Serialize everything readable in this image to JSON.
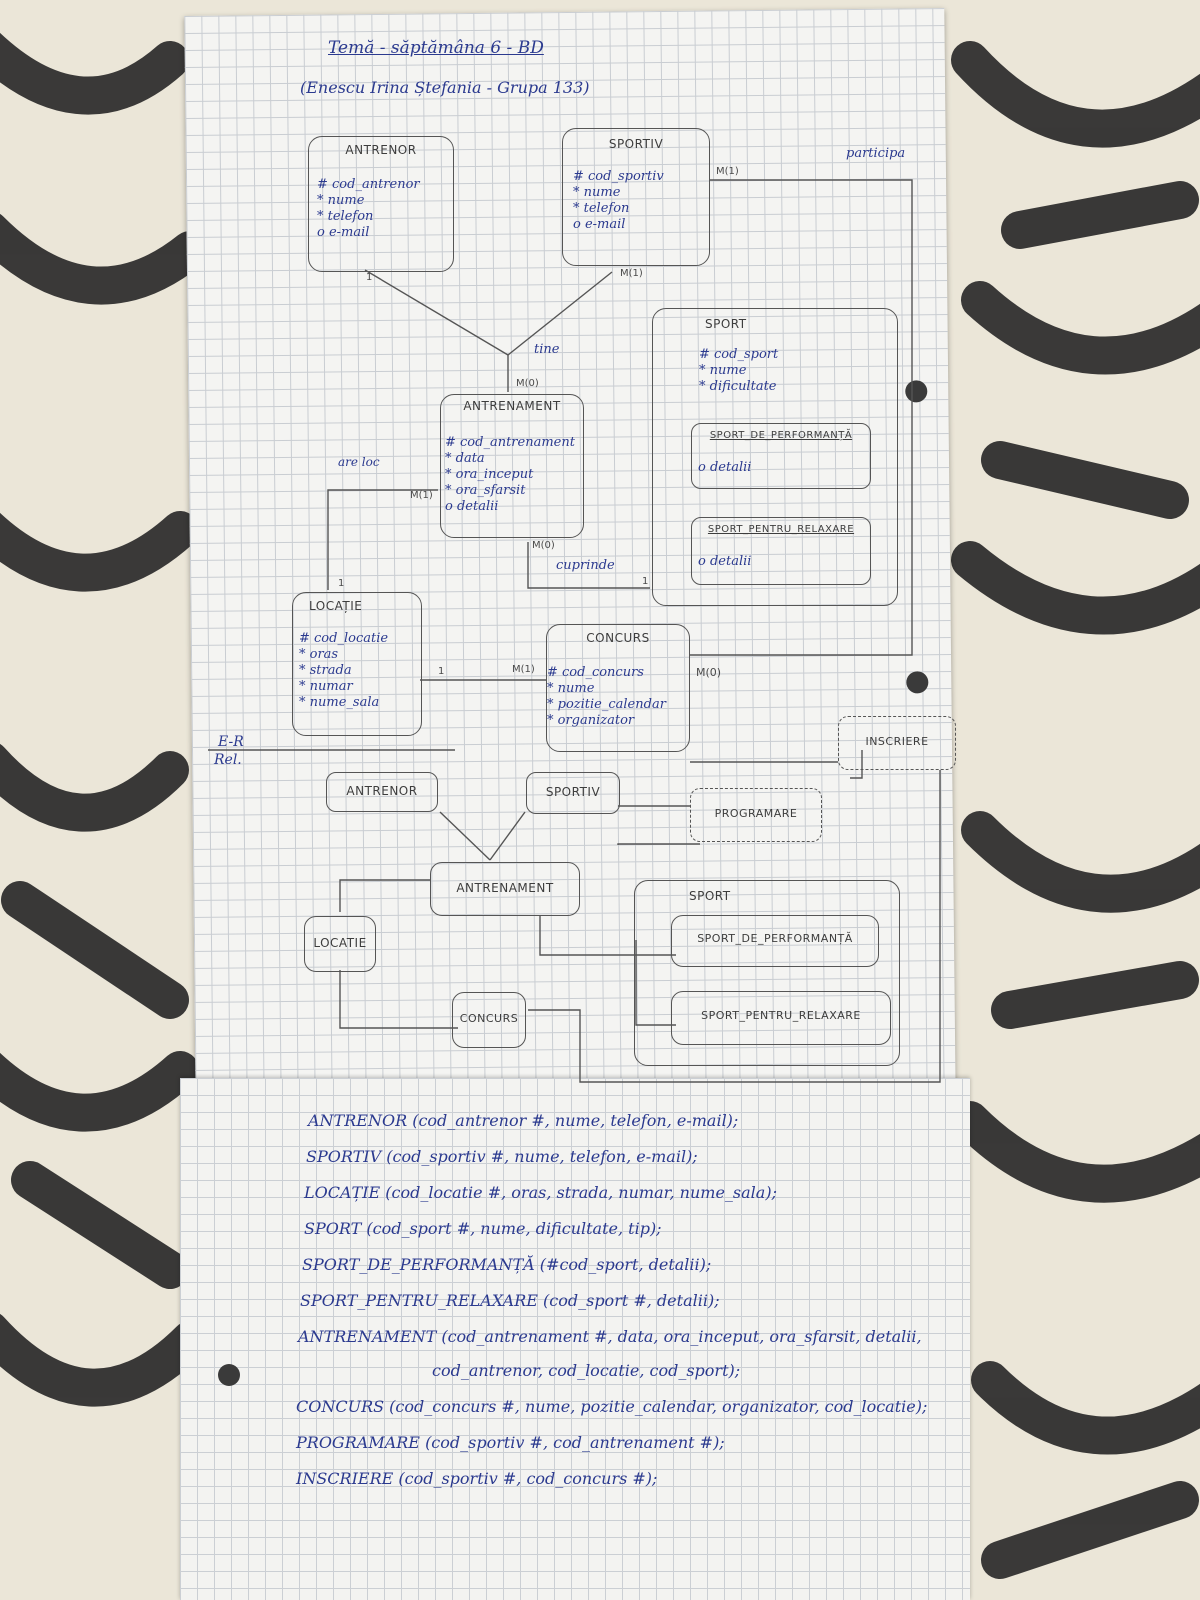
{
  "header": {
    "title": "Temă - săptămâna 6 - BD",
    "author": "(Enescu Irina Ștefania - Grupa 133)"
  },
  "er": {
    "antrenor": {
      "title": "ANTRENOR",
      "attrs": [
        "# cod_antrenor",
        "* nume",
        "* telefon",
        "o e-mail"
      ]
    },
    "sportiv": {
      "title": "SPORTIV",
      "attrs": [
        "# cod_sportiv",
        "* nume",
        "* telefon",
        "o e-mail"
      ]
    },
    "sport": {
      "title": "SPORT",
      "attrs": [
        "# cod_sport",
        "* nume",
        "* dificultate"
      ]
    },
    "sport_perf": {
      "title": "SPORT_DE_PERFORMANȚĂ",
      "attrs": [
        "o detalii"
      ]
    },
    "sport_rel": {
      "title": "SPORT_PENTRU_RELAXARE",
      "attrs": [
        "o detalii"
      ]
    },
    "antrenament": {
      "title": "ANTRENAMENT",
      "attrs": [
        "# cod_antrenament",
        "* data",
        "* ora_inceput",
        "* ora_sfarsit",
        "o detalii"
      ]
    },
    "locatie": {
      "title": "LOCAȚIE",
      "attrs": [
        "# cod_locatie",
        "* oras",
        "* strada",
        "* numar",
        "* nume_sala"
      ]
    },
    "concurs": {
      "title": "CONCURS",
      "attrs": [
        "# cod_concurs",
        "* nume",
        "* pozitie_calendar",
        "* organizator"
      ]
    },
    "rel_labels": {
      "participa": "participa",
      "tine": "tine",
      "are_loc": "are loc",
      "cuprinde": "cuprinde"
    },
    "cardinalities": {
      "sportiv_right": "M(1)",
      "sportiv_bottom": "M(1)",
      "antrenament_top": "M(0)",
      "antrenament_left": "M(1)",
      "antrenament_bottom": "M(0)",
      "concurs_left": "M(1)",
      "concurs_right": "M(0)",
      "one": "1"
    }
  },
  "relational_diagram": {
    "label_er": "E-R",
    "label_rel": "Rel.",
    "boxes": {
      "antrenor": "ANTRENOR",
      "sportiv": "SPORTIV",
      "programare": "PROGRAMARE",
      "inscriere": "INSCRIERE",
      "antrenament": "ANTRENAMENT",
      "sport": "SPORT",
      "locatie": "LOCATIE",
      "sport_perf": "SPORT_DE_PERFORMANȚĂ",
      "concurs": "CONCURS",
      "sport_rel": "SPORT_PENTRU_RELAXARE"
    }
  },
  "schema": [
    "ANTRENOR (cod_antrenor #, nume, telefon, e-mail);",
    "SPORTIV (cod_sportiv #, nume, telefon, e-mail);",
    "LOCAȚIE (cod_locatie #, oras, strada, numar, nume_sala);",
    "SPORT (cod_sport #, nume, dificultate, tip);",
    "SPORT_DE_PERFORMANȚĂ (#cod_sport, detalii);",
    "SPORT_PENTRU_RELAXARE (cod_sport #, detalii);",
    "ANTRENAMENT (cod_antrenament #, data, ora_inceput, ora_sfarsit, detalii,",
    "cod_antrenor, cod_locatie, cod_sport);",
    "CONCURS (cod_concurs #, nume, pozitie_calendar, organizator, cod_locatie);",
    "PROGRAMARE (cod_sportiv #, cod_antrenament #);",
    "INSCRIERE (cod_sportiv #, cod_concurs #);"
  ]
}
